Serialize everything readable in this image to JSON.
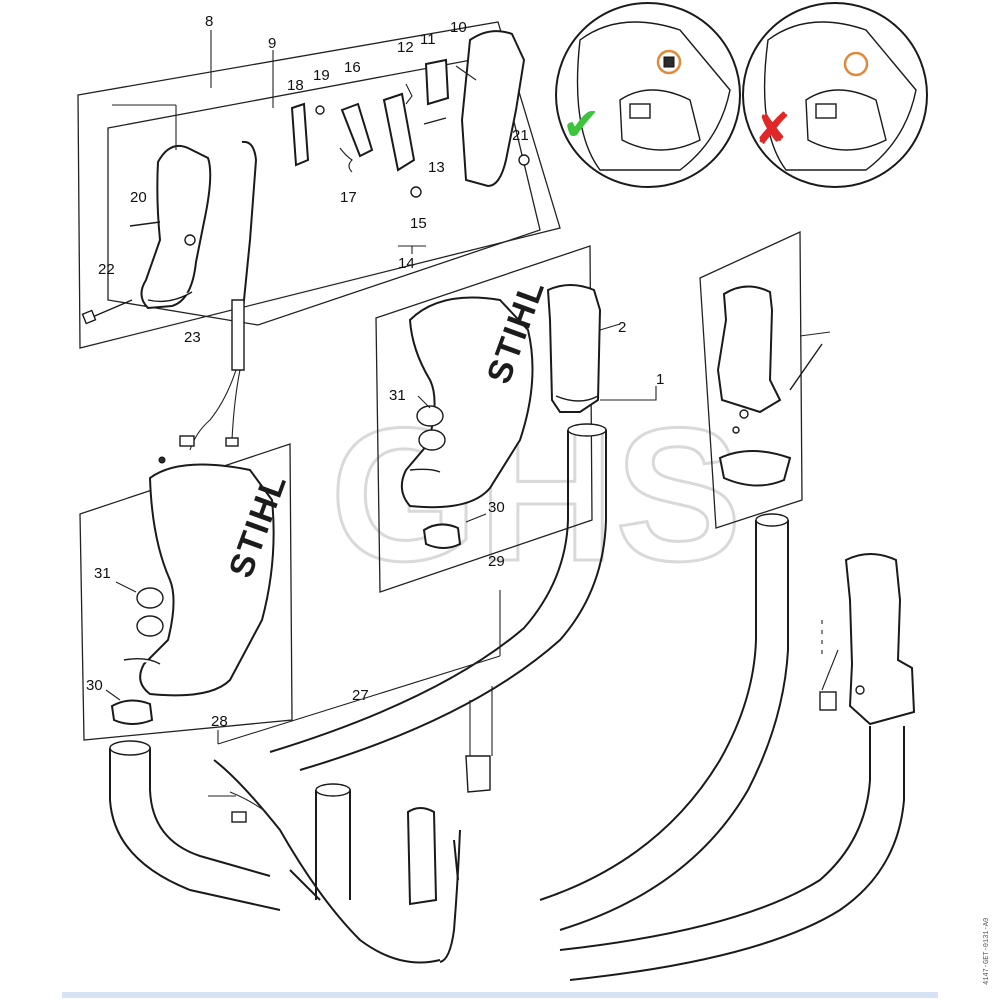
{
  "diagram": {
    "brand": "STIHL",
    "watermark": "GHS",
    "drawing_code": "4147-GET-0131-A0",
    "inset_correct_symbol": "✔",
    "inset_wrong_symbol": "✘",
    "colors": {
      "check_green": "#3cc43c",
      "cross_red": "#e02828",
      "highlight_orange": "#e0893a",
      "line": "#1a1a1a"
    },
    "callouts": [
      "1",
      "2",
      "8",
      "9",
      "10",
      "11",
      "12",
      "13",
      "14",
      "15",
      "16",
      "17",
      "18",
      "19",
      "20",
      "21",
      "22",
      "23",
      "27",
      "28",
      "29",
      "30",
      "30",
      "31",
      "31"
    ]
  }
}
